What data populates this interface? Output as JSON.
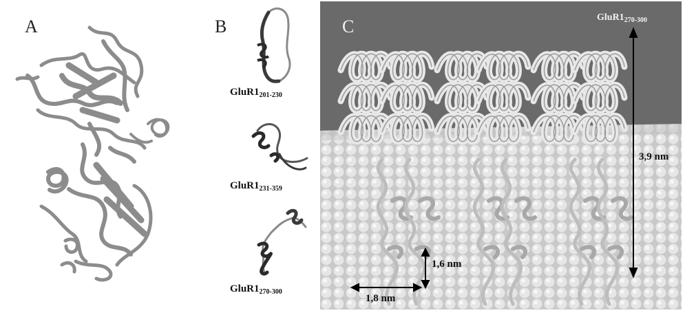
{
  "panels": {
    "a": {
      "letter": "A"
    },
    "b": {
      "letter": "B",
      "peptides": [
        {
          "name": "GluR1",
          "range": "201-230"
        },
        {
          "name": "GluR1",
          "range": "231-359"
        },
        {
          "name": "GluR1",
          "range": "270-300"
        }
      ]
    },
    "c": {
      "letter": "C",
      "peptide": {
        "name": "GluR1",
        "range": "270-300"
      },
      "height_label": "3,9 nm",
      "spacing_vertical_label": "1,6 nm",
      "spacing_horizontal_label": "1,8 nm"
    }
  },
  "colors": {
    "protein_gray": "#8a8a8a",
    "helix_dark": "#3a3a3a",
    "background_dark": "#6a6a6a",
    "surface_light": "#d8d8d8"
  }
}
